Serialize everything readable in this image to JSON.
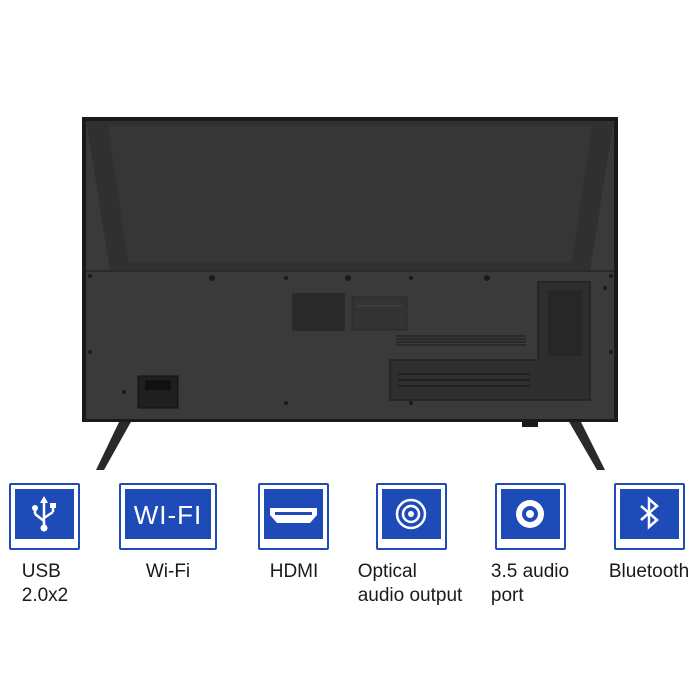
{
  "features": [
    {
      "icon": "usb-icon",
      "label_line1": "USB",
      "label_line2": "2.0x2"
    },
    {
      "icon": "wifi-icon",
      "badge_text": "WI-FI",
      "label_line1": "Wi-Fi",
      "label_line2": ""
    },
    {
      "icon": "hdmi-icon",
      "label_line1": "HDMI",
      "label_line2": ""
    },
    {
      "icon": "optical-audio-icon",
      "label_line1": "Optical",
      "label_line2": "audio output"
    },
    {
      "icon": "audio-jack-icon",
      "label_line1": "3.5 audio",
      "label_line2": "port"
    },
    {
      "icon": "bluetooth-icon",
      "label_line1": "Bluetooth",
      "label_line2": ""
    }
  ],
  "colors": {
    "accent": "#1e4bb8",
    "tv_body": "#3a3a3a",
    "tv_frame": "#1a1a1a"
  }
}
